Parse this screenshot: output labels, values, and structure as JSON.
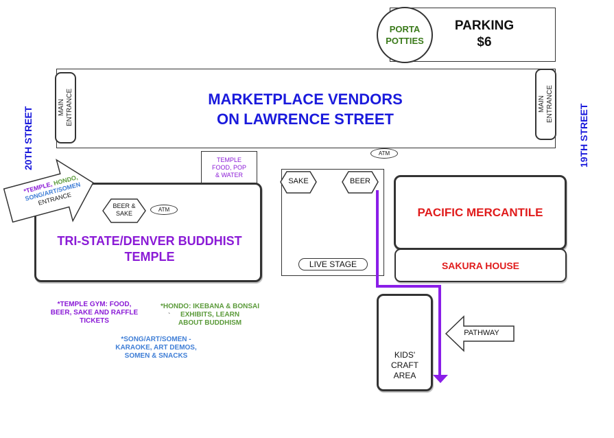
{
  "parking": {
    "title": "PARKING",
    "price": "$6"
  },
  "porta_potties": {
    "line1": "PORTA",
    "line2": "POTTIES"
  },
  "marketplace": {
    "line1": "MARKETPLACE VENDORS",
    "line2": "ON LAWRENCE STREET"
  },
  "main_entrance": {
    "line1": "MAIN",
    "line2": "ENTRANCE"
  },
  "streets": {
    "left": "20TH STREET",
    "right": "19TH STREET"
  },
  "atm_label": "ATM",
  "temple_food": {
    "line1": "TEMPLE",
    "line2": "FOOD, POP",
    "line3": "& WATER"
  },
  "entrance_arrow": {
    "part1": "*TEMPLE, ",
    "part2": "HONDO,",
    "part3": "SONG/ART/SOMEN",
    "part4": "ENTRANCE"
  },
  "beer_sake": {
    "line1": "BEER &",
    "line2": "SAKE"
  },
  "temple": {
    "line1": "TRI-STATE/DENVER BUDDHIST",
    "line2": "TEMPLE"
  },
  "sake_label": "SAKE",
  "beer_label": "BEER",
  "live_stage": "LIVE STAGE",
  "pacific_mercantile": "PACIFIC MERCANTILE",
  "sakura_house": "SAKURA HOUSE",
  "kids_area": {
    "line1": "KIDS'",
    "line2": "CRAFT",
    "line3": "AREA"
  },
  "pathway": "PATHWAY",
  "notes": {
    "gym": {
      "line1": "*TEMPLE GYM:  FOOD,",
      "line2": "BEER, SAKE AND RAFFLE",
      "line3": "TICKETS"
    },
    "hondo": {
      "line1": "*HONDO:  IKEBANA & BONSAI",
      "line2": "EXHIBITS, LEARN",
      "line3": "ABOUT BUDDHISM",
      "mark": "`"
    },
    "song": {
      "line1": "*SONG/ART/SOMEN -",
      "line2": "KARAOKE, ART DEMOS,",
      "line3": "SOMEN & SNACKS"
    }
  },
  "colors": {
    "blue": "#1a1adc",
    "purple": "#8a1ad6",
    "red": "#e01b1b",
    "green": "#5b9a3a",
    "light_blue": "#3f7ed6",
    "path": "#8a1ee8",
    "dark_green": "#3a7a1a"
  }
}
